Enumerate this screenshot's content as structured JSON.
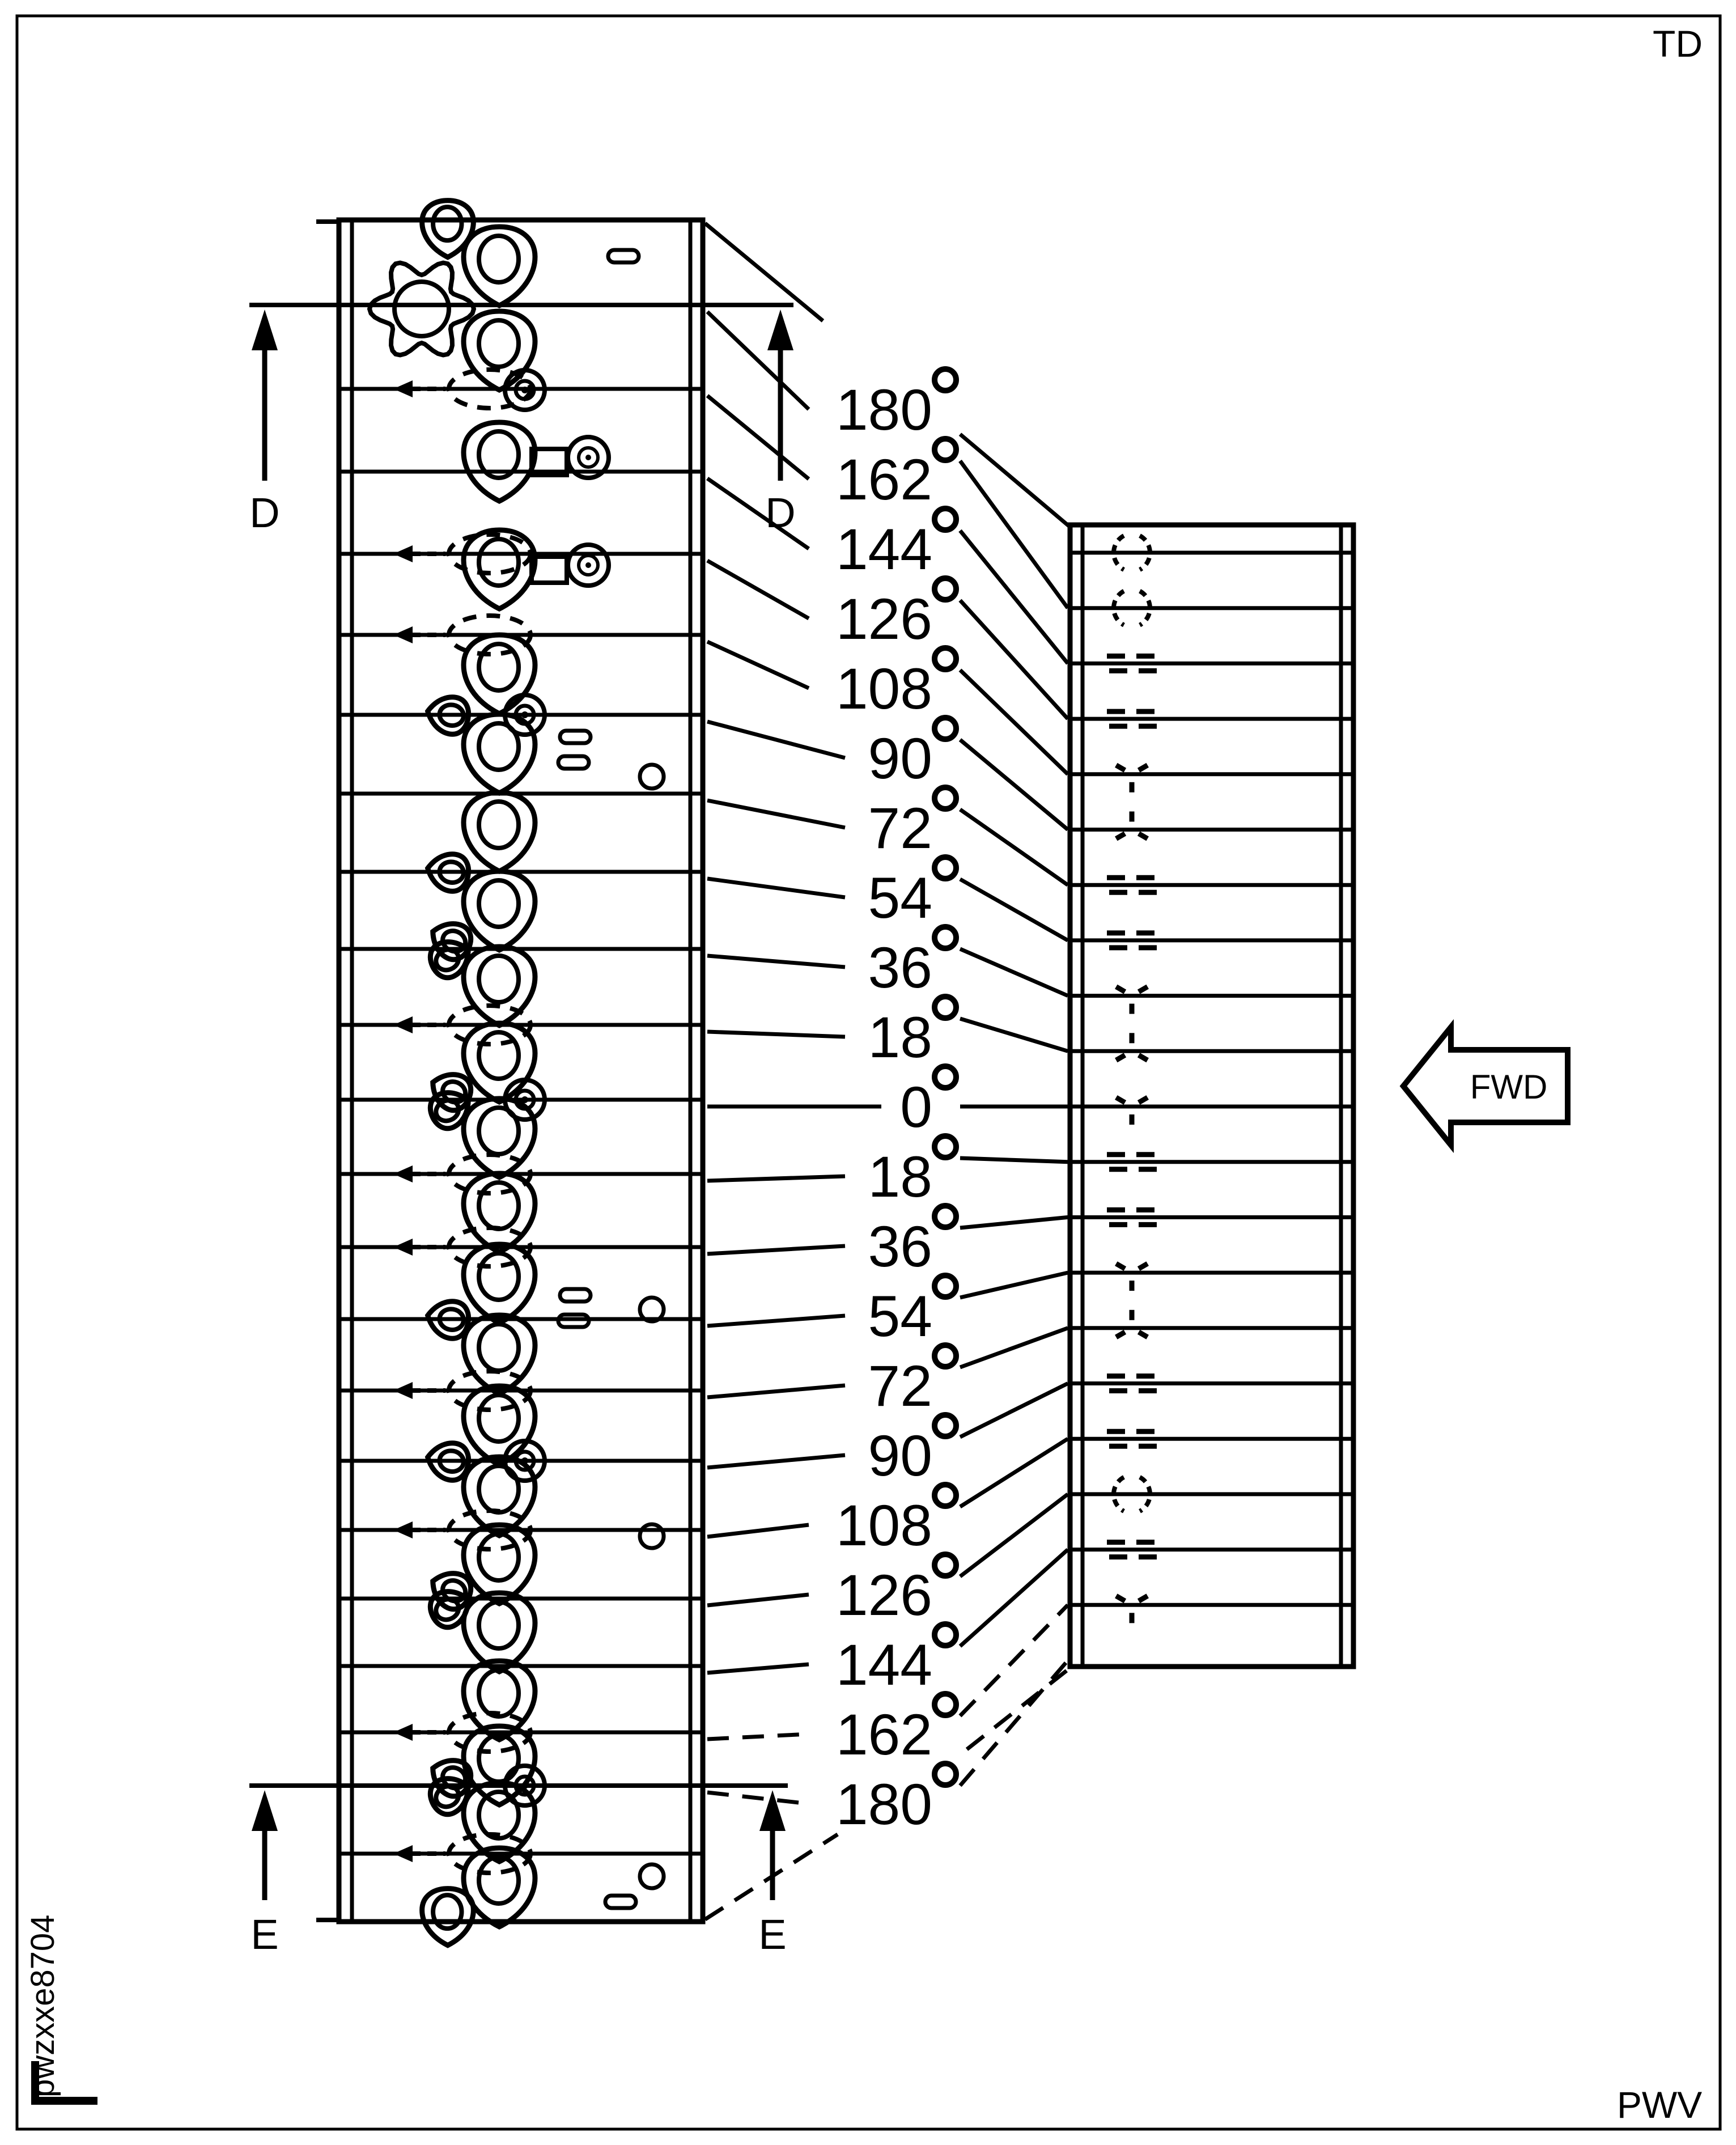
{
  "drawing": {
    "corner_code_top_right": "TD",
    "corner_code_bottom_right": "PWV",
    "watermark_code": "pwzxxe8704",
    "forward_arrow_label": "FWD",
    "section_top_label": "D",
    "section_bottom_label": "E",
    "description": "Unrolled camshaft timing diagram: left developed strip with cam lobes and sprocket, right strip with hidden-line ports, degree scale fan between them",
    "line_color": "#000000",
    "background_color": "#ffffff"
  },
  "degree_scale": {
    "superscript_symbol": "o",
    "labels": [
      "180",
      "162",
      "144",
      "126",
      "108",
      "90",
      "72",
      "54",
      "36",
      "18",
      "0",
      "18",
      "36",
      "54",
      "72",
      "90",
      "108",
      "126",
      "144",
      "162",
      "180"
    ]
  }
}
